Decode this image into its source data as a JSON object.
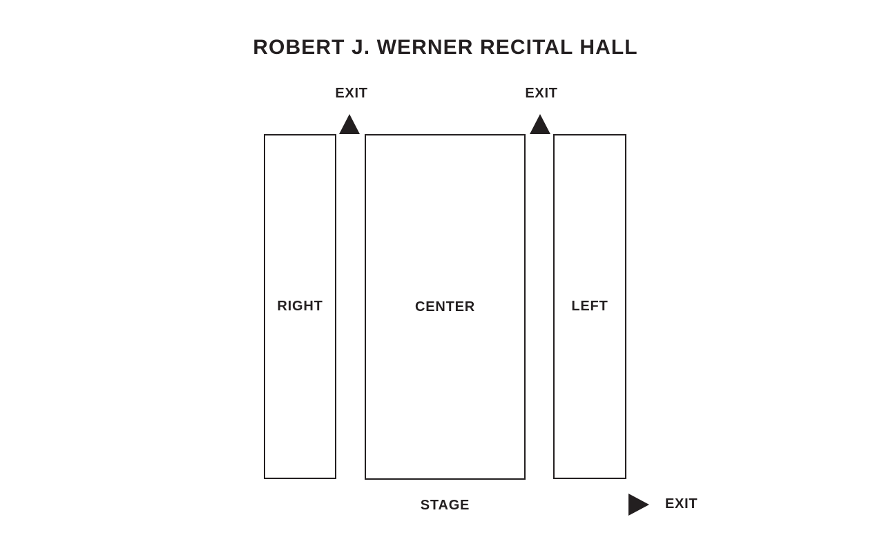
{
  "venue": {
    "title": "ROBERT J. WERNER RECITAL HALL",
    "background_color": "#ffffff",
    "ink_color": "#231f20"
  },
  "sections": [
    {
      "id": "right",
      "label": "RIGHT"
    },
    {
      "id": "center",
      "label": "CENTER"
    },
    {
      "id": "left",
      "label": "LEFT"
    }
  ],
  "stage": {
    "label": "STAGE"
  },
  "exits": [
    {
      "id": "exit-top-left",
      "label": "EXIT",
      "marker": "triangle-up-icon",
      "position": "top"
    },
    {
      "id": "exit-top-right",
      "label": "EXIT",
      "marker": "triangle-up-icon",
      "position": "top"
    },
    {
      "id": "exit-bottom-right",
      "label": "EXIT",
      "marker": "triangle-right-icon",
      "position": "bottom-right"
    }
  ]
}
